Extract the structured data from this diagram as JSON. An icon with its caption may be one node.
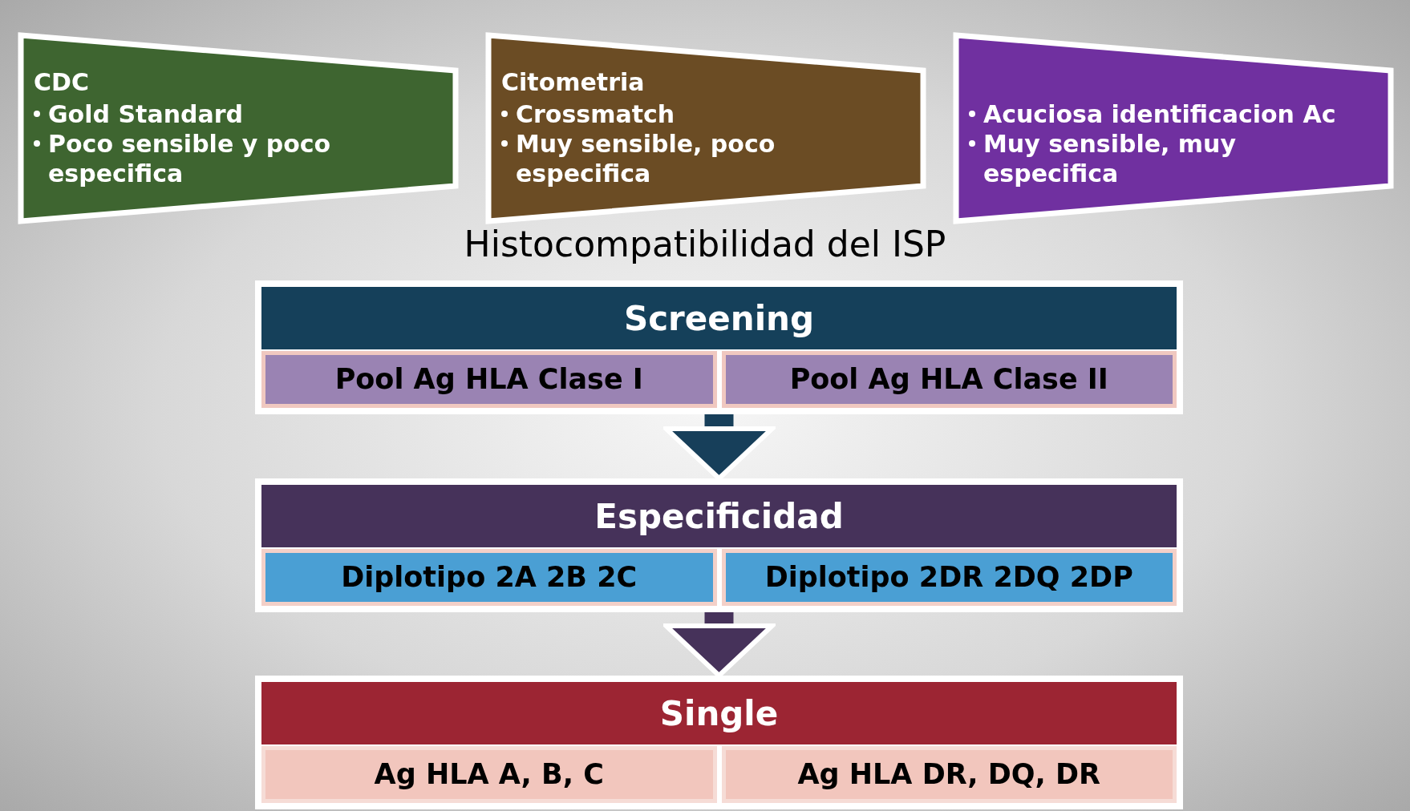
{
  "diagram": {
    "title": "Histocompatibilidad del ISP",
    "nodes": [
      {
        "text": [
          "CDC",
          "Gold Standard",
          "Poco sensible y poco especifica"
        ]
      },
      {
        "text": [
          "Citometria",
          "Crossmatch",
          "Muy sensible, poco especifica"
        ]
      },
      {
        "text": [
          "Acuciosa identificacion Ac",
          "Muy sensible, muy especifica"
        ]
      },
      {
        "text": [
          "Screening"
        ]
      },
      {
        "text": [
          "Pool Ag HLA Clase I"
        ],
        "in": 3
      },
      {
        "text": [
          "Pool Ag HLA Clase II"
        ],
        "in": 3
      },
      {
        "text": [
          "Especificidad"
        ]
      },
      {
        "text": [
          "Diplotipo 2A 2B 2C"
        ],
        "in": 6
      },
      {
        "text": [
          "Diplotipo 2DR 2DQ 2DP"
        ],
        "in": 6
      },
      {
        "text": [
          "Single"
        ]
      },
      {
        "text": [
          "Ag HLA A, B, C"
        ],
        "in": 9
      },
      {
        "text": [
          "Ag HLA DR, DQ, DR"
        ],
        "in": 9
      }
    ],
    "edges": [
      {
        "from": 3,
        "to": 6,
        "arrow": "to",
        "color": "#173f5a"
      },
      {
        "from": 6,
        "to": 9,
        "arrow": "to",
        "color": "#46325a"
      }
    ]
  }
}
